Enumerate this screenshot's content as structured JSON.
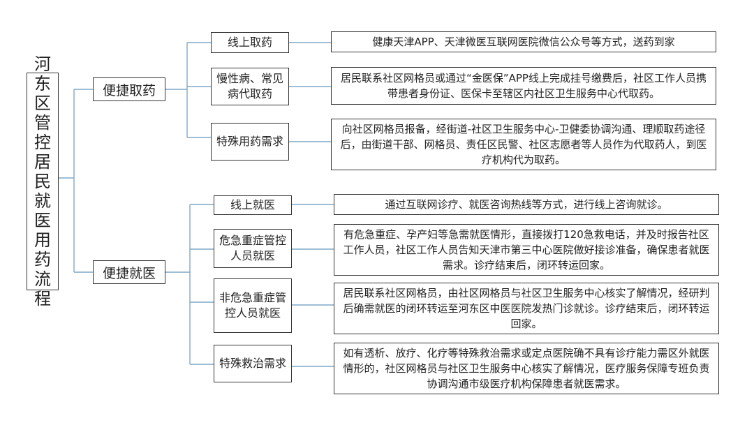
{
  "root": {
    "title": [
      "河",
      "东",
      "区",
      "管",
      "控",
      "居",
      "民",
      "就",
      "医",
      "用",
      "药",
      "流",
      "程"
    ]
  },
  "branches": [
    {
      "label": "便捷取药",
      "items": [
        {
          "label": "线上取药",
          "desc": "健康天津APP、天津微医互联网医院微信公众号等方式，送药到家"
        },
        {
          "label": "慢性病、常见病代取药",
          "desc": "居民联系社区网格员或通过“金医保”APP线上完成挂号缴费后，社区工作人员携带患者身份证、医保卡至辖区内社区卫生服务中心代取药。"
        },
        {
          "label": "特殊用药需求",
          "desc": "向社区网格员报备，经街道-社区卫生服务中心-卫健委协调沟通、理顺取药途径后，由街道干部、网格员、责任区民警、社区志愿者等人员作为代取药人，到医疗机构代为取药。"
        }
      ]
    },
    {
      "label": "便捷就医",
      "items": [
        {
          "label": "线上就医",
          "desc": "通过互联网诊疗、就医咨询热线等方式，进行线上咨询就诊。"
        },
        {
          "label": "危急重症管控人员就医",
          "desc": "有危急重症、孕产妇等急需就医情形，直接拨打120急救电话，并及时报告社区工作人员，社区工作人员告知天津市第三中心医院做好接诊准备，确保患者就医需求。诊疗结束后，闭环转运回家。"
        },
        {
          "label": "非危急重症管控人员就医",
          "desc": "居民联系社区网格员，由社区网格员与社区卫生服务中心核实了解情况，经研判后确需就医的闭环转运至河东区中医医院发热门诊就诊。诊疗结束后，闭环转运回家。"
        },
        {
          "label": "特殊救治需求",
          "desc": "如有透析、放疗、化疗等特殊救治需求或定点医院确不具有诊疗能力需区外就医情形的，社区网格员与社区卫生服务中心核实了解情况，医疗服务保障专班负责协调沟通市级医疗机构保障患者就医需求。"
        }
      ]
    }
  ]
}
